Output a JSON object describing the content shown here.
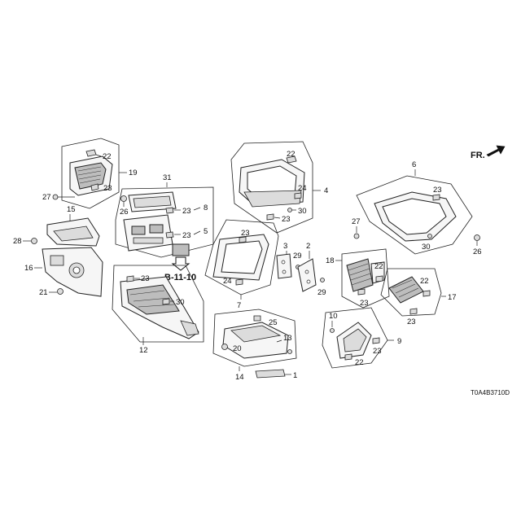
{
  "diagram": {
    "orientation_label": "FR.",
    "reference_label": "B-11-10",
    "diagram_code": "T0A4B3710D",
    "callouts": {
      "c1": "1",
      "c2": "2",
      "c3": "3",
      "c4": "4",
      "c5": "5",
      "c6": "6",
      "c7": "7",
      "c8": "8",
      "c9": "9",
      "c10": "10",
      "c12": "12",
      "c13": "13",
      "c14": "14",
      "c15": "15",
      "c16": "16",
      "c17": "17",
      "c18": "18",
      "c19": "19",
      "c20": "20",
      "c21": "21",
      "c22": "22",
      "c23": "23",
      "c24": "24",
      "c25": "25",
      "c26": "26",
      "c27": "27",
      "c28": "28",
      "c29": "29",
      "c30": "30",
      "c31": "31"
    }
  }
}
